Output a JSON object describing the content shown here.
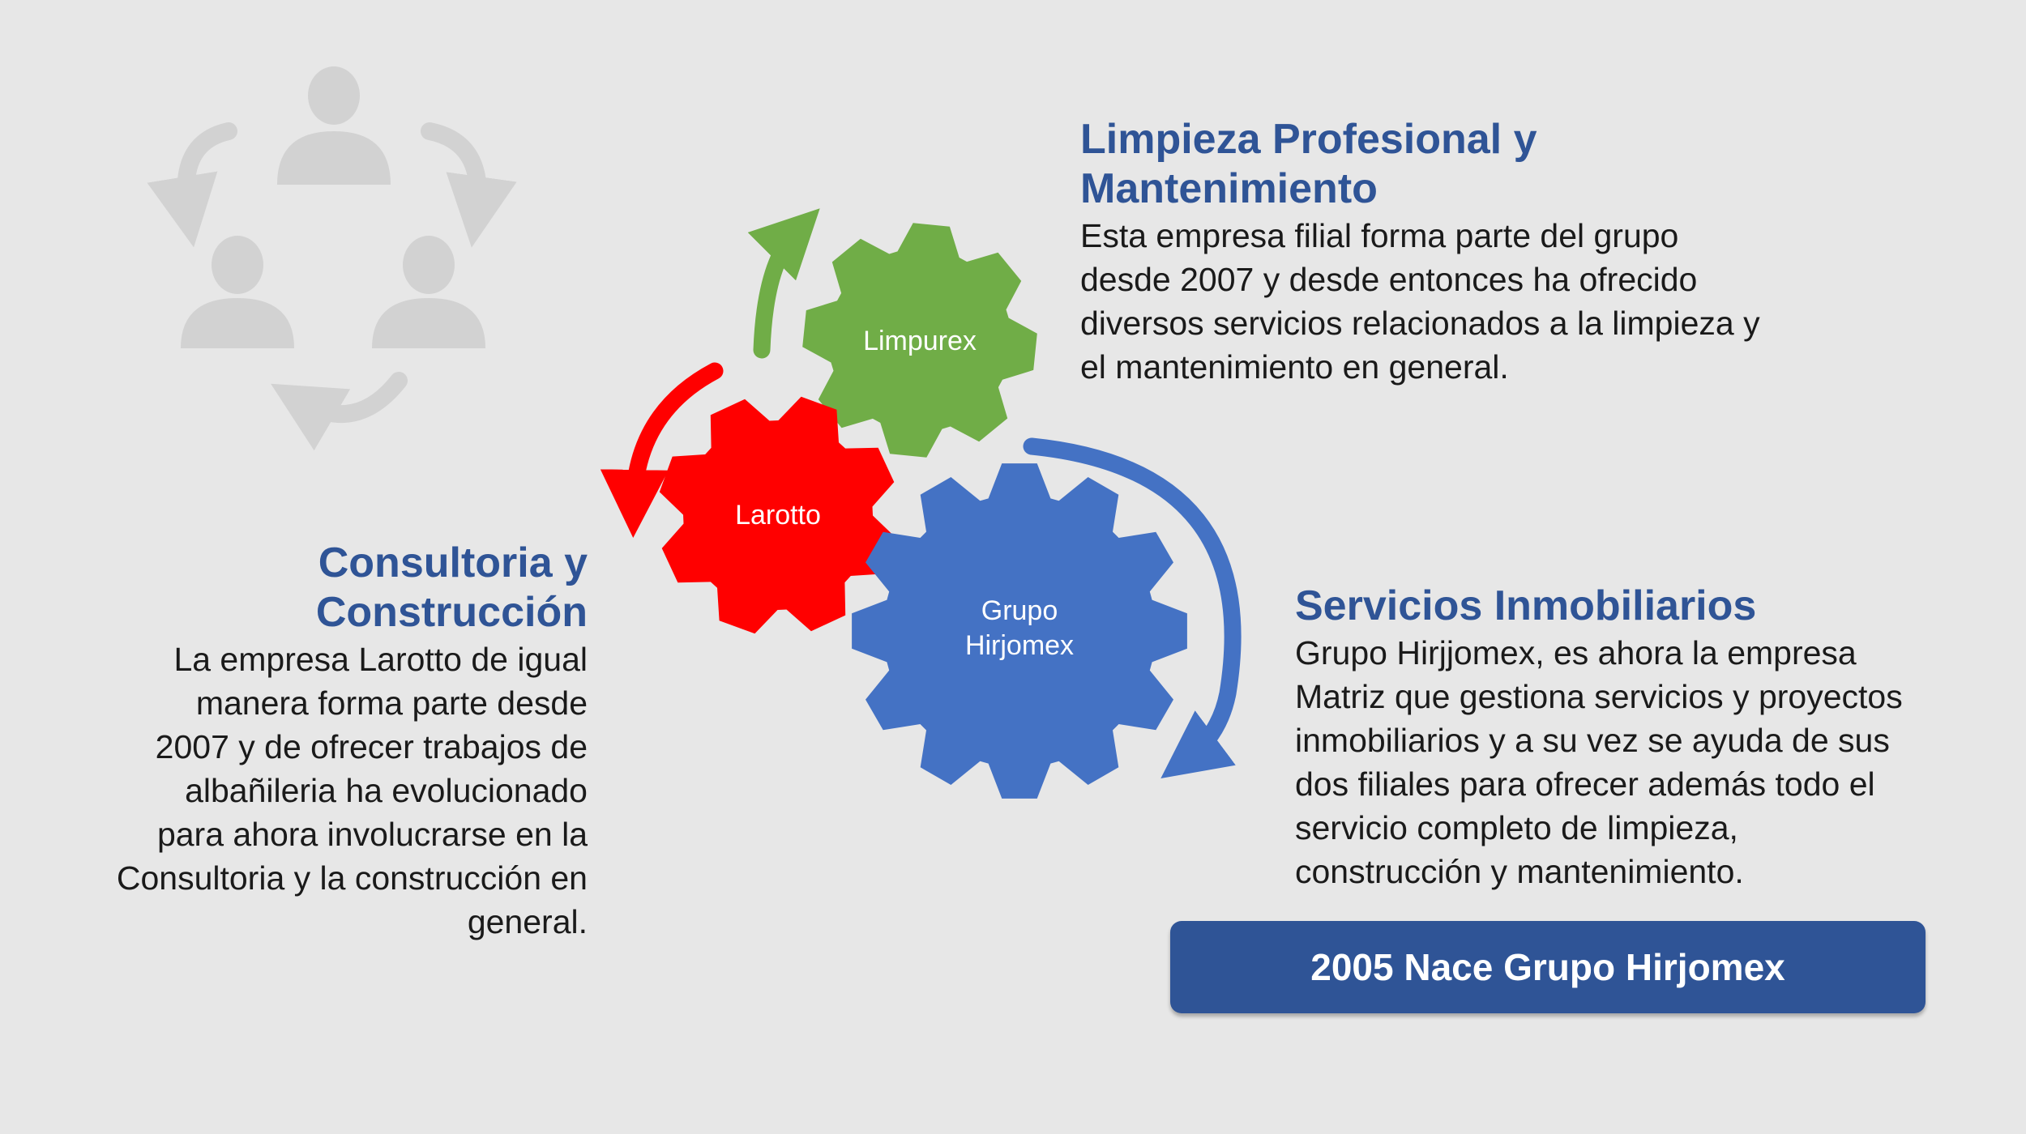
{
  "gears": {
    "limpurex": {
      "label": "Limpurex",
      "color": "#70ad47"
    },
    "larotto": {
      "label": "Larotto",
      "color": "#ff0000"
    },
    "hirjomex": {
      "label_line1": "Grupo",
      "label_line2": "Hirjomex",
      "color": "#4472c4"
    }
  },
  "limpieza": {
    "heading_line1": "Limpieza Profesional y",
    "heading_line2": "Mantenimiento",
    "lines": [
      "Esta empresa filial forma parte del grupo",
      "desde 2007 y desde entonces ha ofrecido",
      "diversos servicios relacionados a la limpieza y",
      "el mantenimiento en general."
    ]
  },
  "consultoria": {
    "heading_line1": "Consultoria y",
    "heading_line2": "Construcción",
    "lines": [
      "La empresa Larotto de igual",
      "manera forma parte desde",
      "2007 y de ofrecer trabajos de",
      "albañileria ha evolucionado",
      "para ahora involucrarse en la",
      "Consultoria y la construcción en",
      "general."
    ]
  },
  "servicios": {
    "heading": "Servicios Inmobiliarios",
    "lines": [
      "Grupo Hirjjomex, es ahora la empresa",
      "Matriz que gestiona servicios y proyectos",
      "inmobiliarios y a su vez se ayuda de sus",
      "dos filiales para ofrecer además todo el",
      "servicio completo de limpieza,",
      "construcción y mantenimiento."
    ]
  },
  "banner": {
    "label": "2005 Nace Grupo Hirjomex"
  },
  "colors": {
    "heading": "#2f5496",
    "banner_bg": "#2f5496",
    "icon_gray": "#d2d2d2",
    "background": "#e7e7e7"
  }
}
